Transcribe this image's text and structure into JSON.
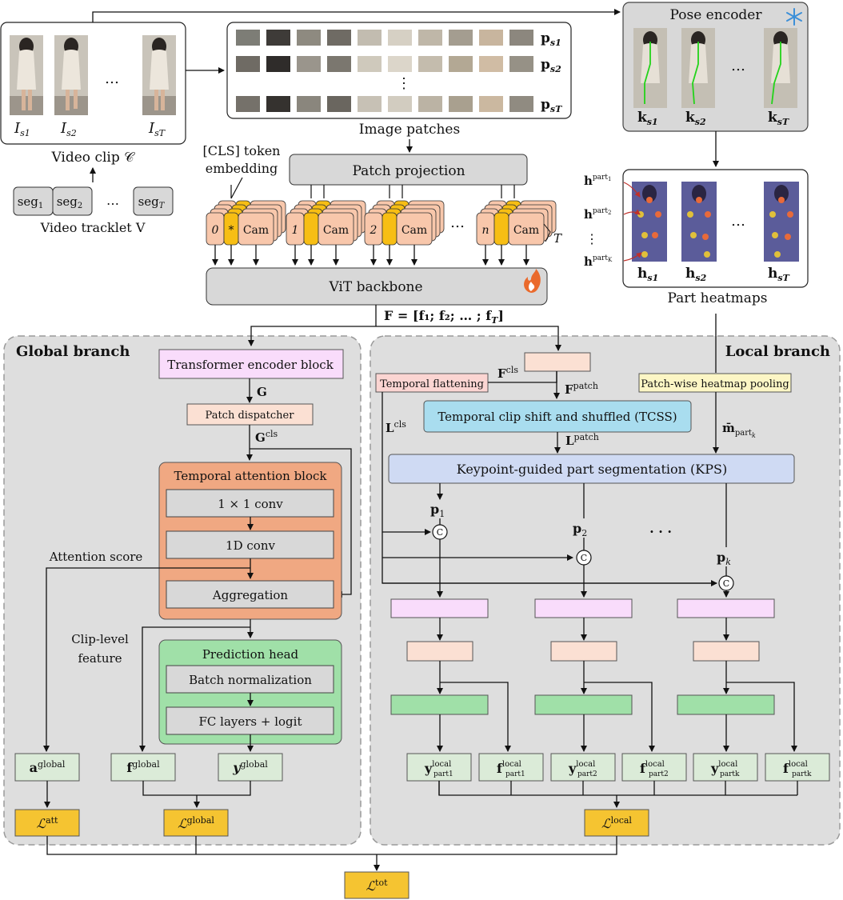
{
  "video_clip": {
    "frame_labels": [
      "I",
      "s1",
      "I",
      "s2",
      "I",
      "sT"
    ],
    "ellipsis": "…",
    "caption": "Video clip 𝒞"
  },
  "tracklet": {
    "segments": [
      "seg",
      "1",
      "seg",
      "2",
      "seg",
      "T"
    ],
    "ellipsis": "…",
    "caption": "Video tracklet V"
  },
  "image_patches": {
    "row_labels": [
      "p",
      "s1",
      "p",
      "s2",
      "p",
      "sT"
    ],
    "vdots": "⋮",
    "caption": "Image patches"
  },
  "cls_caption": [
    "[CLS] token",
    "embedding"
  ],
  "patch_projection": "Patch projection",
  "tokens": {
    "indices": [
      "0",
      "1",
      "2",
      "n"
    ],
    "star": "*",
    "cam": "Cam",
    "ellipsis": "…",
    "T": "T"
  },
  "vit_backbone": "ViT backbone",
  "F_label": "F = [f₁; f₂; … ; f",
  "F_label_sub": "T",
  "F_label_end": "]",
  "pose_encoder": {
    "title": "Pose encoder",
    "labels": [
      "k",
      "s1",
      "k",
      "s2",
      "k",
      "sT"
    ],
    "ellipsis": "…"
  },
  "part_heatmaps": {
    "caption": "Part heatmaps",
    "left_labels": [
      "h",
      "part",
      "1",
      "h",
      "part",
      "2",
      "h",
      "part",
      "K"
    ],
    "vdots": "⋮",
    "labels": [
      "h",
      "s1",
      "h",
      "s2",
      "h",
      "sT"
    ],
    "ellipsis": "…"
  },
  "global_branch": {
    "title": "Global branch",
    "transformer": "Transformer encoder block",
    "G": "G",
    "dispatcher": "Patch dispatcher",
    "G_cls": "G",
    "G_cls_sup": "cls",
    "temporal_attention": "Temporal attention block",
    "conv1": "1 × 1 conv",
    "conv2": "1D conv",
    "aggregation": "Aggregation",
    "attention_score": "Attention score",
    "clip_feature": [
      "Clip-level",
      "feature"
    ],
    "prediction_head": "Prediction head",
    "batch_norm": "Batch normalization",
    "fc": "FC layers + logit",
    "a": [
      "a",
      "global"
    ],
    "f": [
      "f",
      "global"
    ],
    "y": [
      "y",
      "global"
    ],
    "loss_att": [
      "ℒ",
      "att"
    ],
    "loss_global": [
      "ℒ",
      "global"
    ]
  },
  "local_branch": {
    "title": "Local branch",
    "temporal_flattening": "Temporal flattening",
    "F_cls": [
      "F",
      "cls"
    ],
    "F_patch": [
      "F",
      "patch"
    ],
    "L_cls": [
      "L",
      "cls"
    ],
    "tcss": "Temporal clip shift and shuffled (TCSS)",
    "L_patch": [
      "L",
      "patch"
    ],
    "heatmap_pooling": "Patch-wise heatmap pooling",
    "m_part": [
      "m̄",
      "part",
      "k"
    ],
    "kps": "Keypoint-guided part segmentation (KPS)",
    "p_labels": [
      "p",
      "1",
      "p",
      "2",
      "p",
      "k"
    ],
    "dots": "· · ·",
    "concat": "C",
    "outputs": [
      "y",
      "f",
      "y",
      "f",
      "y",
      "f"
    ],
    "output_sup": "local",
    "output_subs": [
      "part1",
      "part1",
      "part2",
      "part2",
      "partk",
      "partk"
    ],
    "loss_local": [
      "ℒ",
      "local"
    ]
  },
  "loss_total": [
    "ℒ",
    "tot"
  ],
  "colors": {
    "panel": "#dedede",
    "pink": "#f9dcfb",
    "peach": "#fbe0d3",
    "orange": "#f0a882",
    "green": "#a0e0a8",
    "cyan": "#a9ddef",
    "lavender": "#cfdaf3",
    "yellow": "#fcf6c5",
    "gold": "#f5c431",
    "light_green": "#dbebd8",
    "grey_box": "#dcdcdc",
    "token_peach": "#f8c7ab",
    "token_gold": "#f7be14"
  }
}
